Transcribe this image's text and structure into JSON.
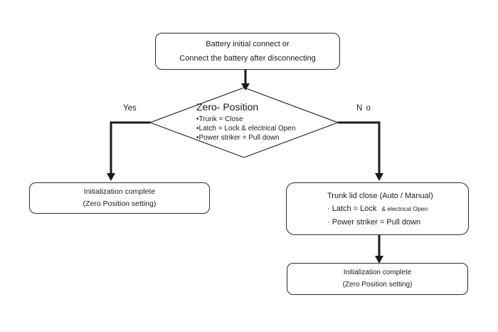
{
  "diagram": {
    "background": "#ffffff",
    "line_color": "#1a1a1a",
    "box_border_color": "#2b2b2b",
    "nodes": {
      "start": {
        "line1": "Battery initial connect or",
        "line2": "Connect the battery after disconnecting"
      },
      "decision": {
        "title": "Zero- Position",
        "bullets": [
          "•Trunk = Close",
          "•Latch = Lock & electrical Open",
          "•Power striker = Pull down"
        ]
      },
      "left_result": {
        "line1": "Initialization complete",
        "line2": "(Zero Position setting)"
      },
      "action": {
        "title": "Trunk lid close (Auto / Manual)",
        "bullet1": "· Latch = Lock",
        "bullet1_note": "& electrical Open",
        "bullet2": "· Power striker = Pull down"
      },
      "right_result": {
        "line1": "Initialization complete",
        "line2": "(Zero Position setting)"
      }
    },
    "edges": {
      "yes_label": "Yes",
      "no_label": "N o"
    }
  }
}
